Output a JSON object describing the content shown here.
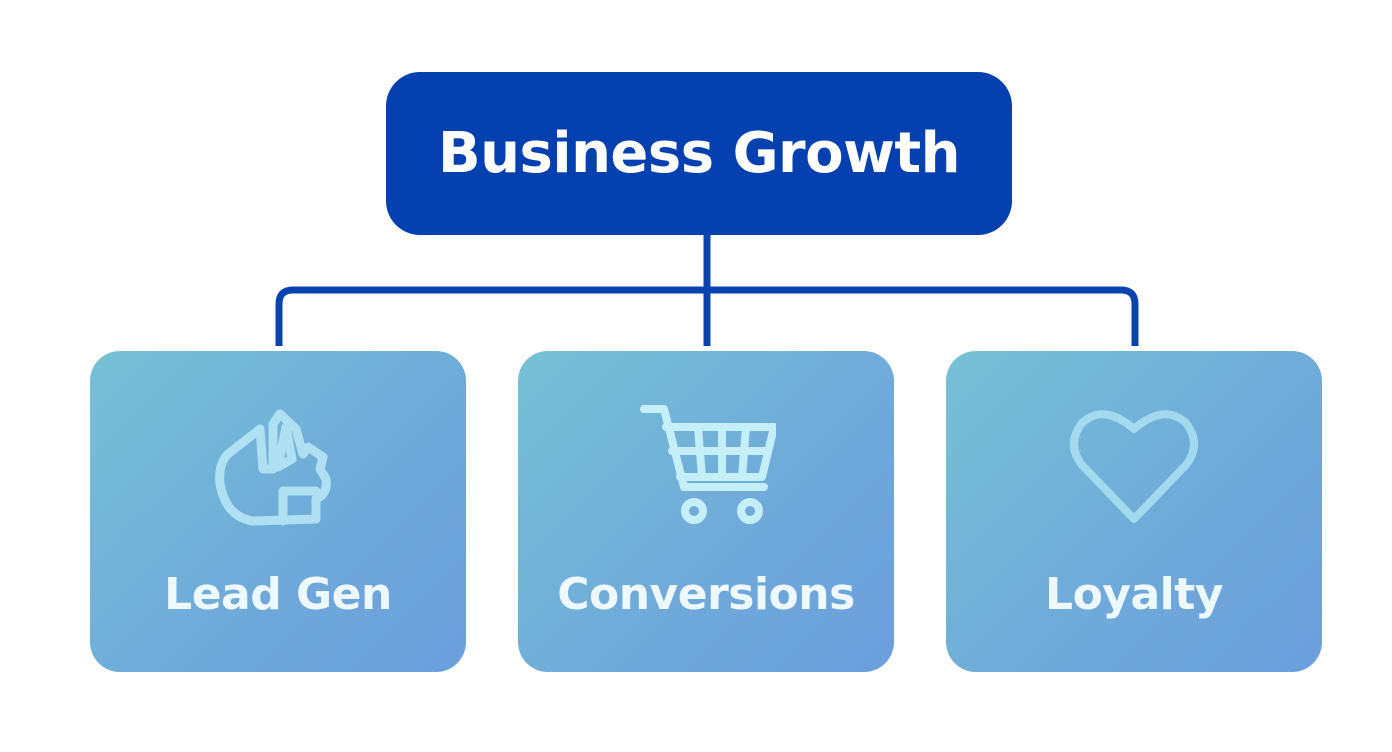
{
  "root": {
    "label": "Business Growth"
  },
  "children": [
    {
      "label": "Lead Gen",
      "icon": "hand-icon"
    },
    {
      "label": "Conversions",
      "icon": "shopping-cart-icon"
    },
    {
      "label": "Loyalty",
      "icon": "heart-icon"
    }
  ],
  "colors": {
    "root": "#0540b0",
    "connector": "#0a43b0",
    "card": "#72b4d8",
    "icon": "#b5e6f5"
  }
}
